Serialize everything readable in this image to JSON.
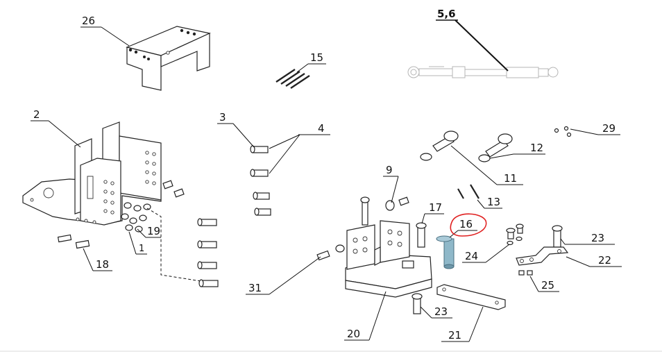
{
  "diagram": {
    "labels": {
      "p26": "26",
      "p56": "5,6",
      "p15": "15",
      "p2": "2",
      "p3": "3",
      "p4": "4",
      "p29": "29",
      "p12": "12",
      "p11": "11",
      "p9": "9",
      "p13": "13",
      "p17": "17",
      "p16": "16",
      "p19": "19",
      "p1": "1",
      "p18": "18",
      "p24": "24",
      "p23a": "23",
      "p22": "22",
      "p31": "31",
      "p25": "25",
      "p23b": "23",
      "p20": "20",
      "p21": "21"
    },
    "colors": {
      "highlight_circle": "#e02020",
      "pin_16_fill": "#8fb8c9",
      "line": "#111111",
      "faint_part": "#b5b5b5"
    }
  }
}
